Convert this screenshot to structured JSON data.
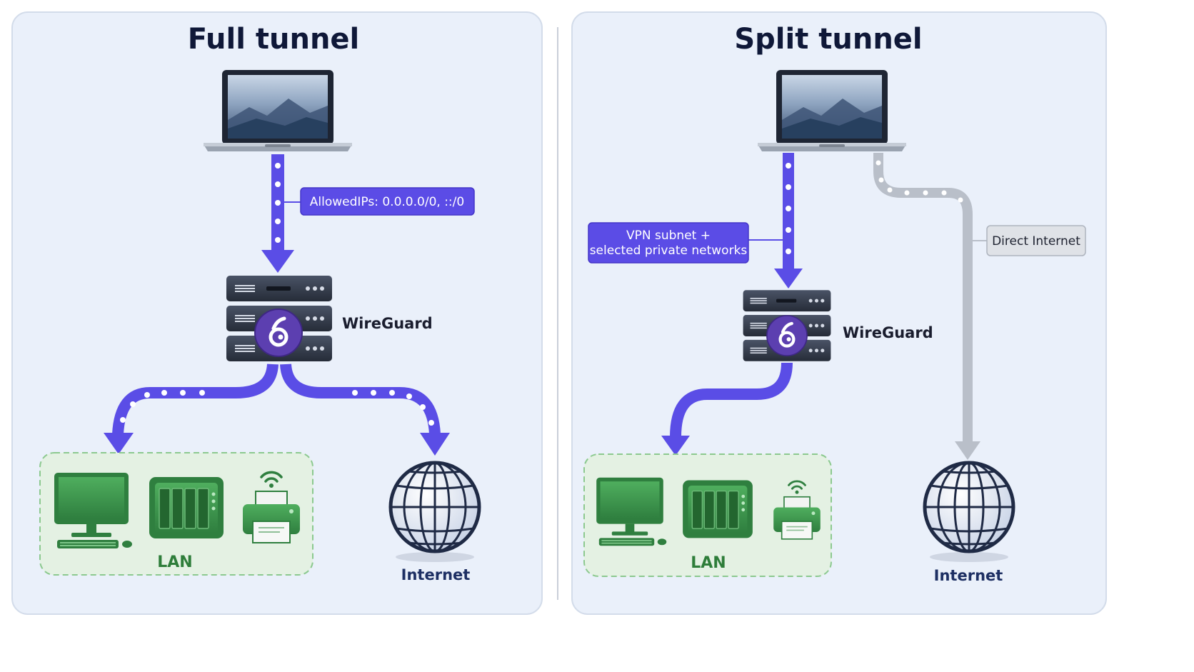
{
  "panels": {
    "full": {
      "title": "Full tunnel",
      "allowed_ips_label": "AllowedIPs: 0.0.0.0/0, ::/0",
      "server_label": "WireGuard",
      "lan_label": "LAN",
      "internet_label": "Internet"
    },
    "split": {
      "title": "Split tunnel",
      "vpn_label_line1": "VPN subnet +",
      "vpn_label_line2": "selected private networks",
      "direct_label": "Direct Internet",
      "server_label": "WireGuard",
      "lan_label": "LAN",
      "internet_label": "Internet"
    }
  },
  "colors": {
    "tunnel": "#5a4de6",
    "direct": "#b9bfc9",
    "lan": "#3f9a4f",
    "panel_bg": "#eaf0fa",
    "label_blue": "#5b4ce6"
  },
  "icons": [
    "laptop-icon",
    "server-rack-icon",
    "wireguard-logo-icon",
    "monitor-icon",
    "nas-icon",
    "printer-icon",
    "globe-icon"
  ]
}
